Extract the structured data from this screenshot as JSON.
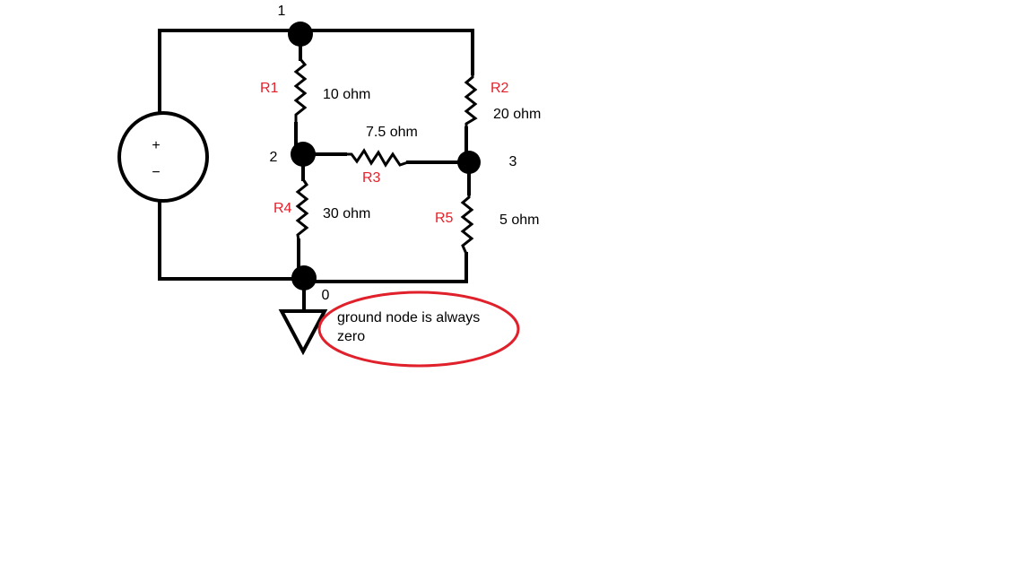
{
  "diagram": {
    "nodes": {
      "n1": "1",
      "n2": "2",
      "n3": "3",
      "n0": "0"
    },
    "resistors": {
      "r1": {
        "name": "R1",
        "value": "10 ohm"
      },
      "r2": {
        "name": "R2",
        "value": "20 ohm"
      },
      "r3": {
        "name": "R3",
        "value": "7.5 ohm"
      },
      "r4": {
        "name": "R4",
        "value": "30 ohm"
      },
      "r5": {
        "name": "R5",
        "value": "5 ohm"
      }
    },
    "source": {
      "plus": "+",
      "minus": "−"
    },
    "annotation": {
      "line1": "ground node is always",
      "line2": "zero"
    },
    "colors": {
      "wire": "#000000",
      "resistor_name": "#e8202a",
      "highlight_ellipse": "#e0202a"
    }
  }
}
